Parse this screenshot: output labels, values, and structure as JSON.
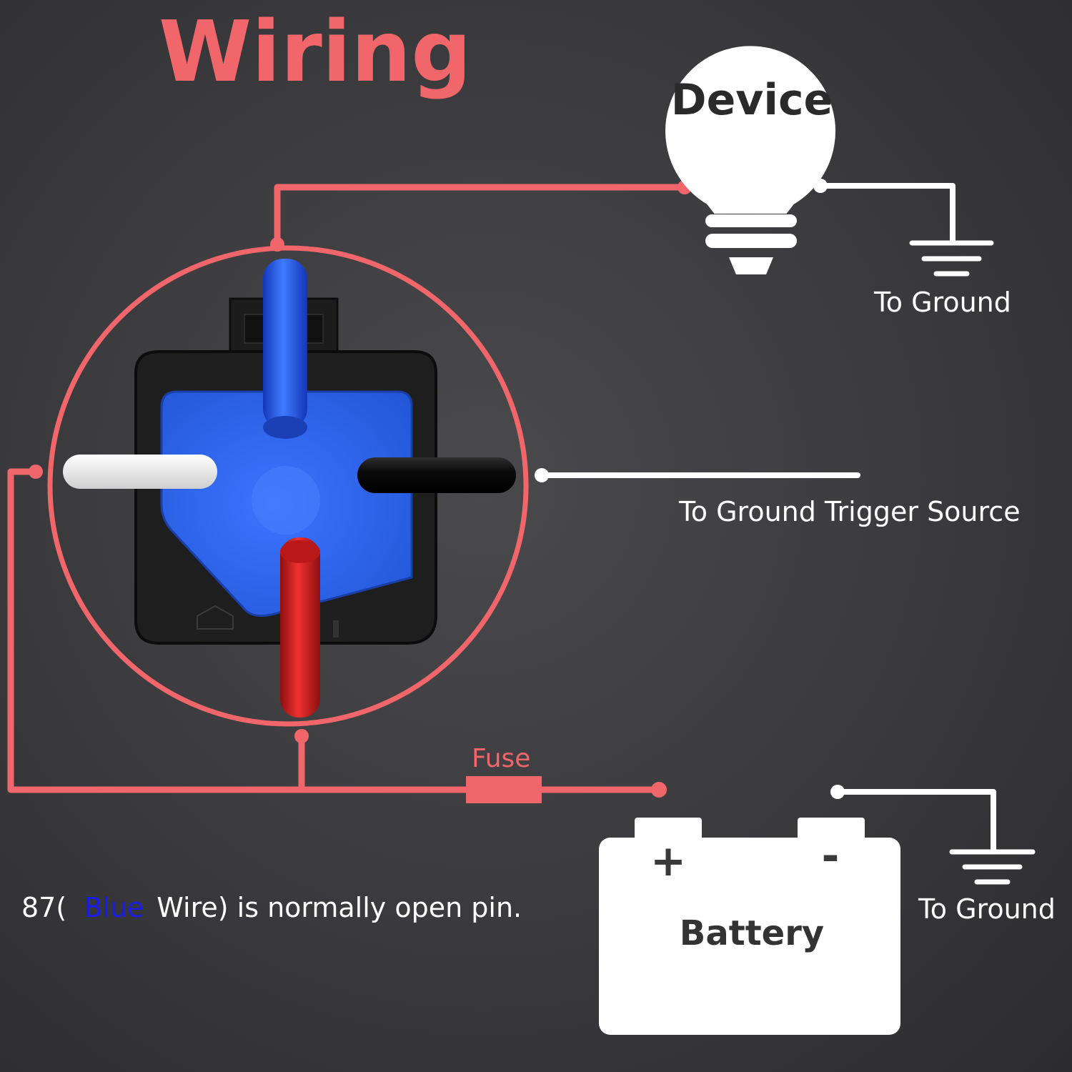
{
  "title": "Wiring",
  "device": {
    "label": "Device"
  },
  "labels": {
    "device_ground": "To Ground",
    "trigger": "To Ground Trigger Source",
    "fuse": "Fuse",
    "battery_ground": "To Ground"
  },
  "battery": {
    "label": "Battery",
    "plus": "+",
    "minus": "-"
  },
  "note": {
    "prefix": "87(",
    "highlight": "Blue",
    "suffix": "Wire) is normally open pin."
  },
  "colors": {
    "wire": "#f0666a",
    "ground_wire": "#ffffff",
    "relay_blue": "#2f63e6",
    "wire_blue": "#1f4fd9",
    "wire_red": "#d81e1e",
    "wire_black": "#111111",
    "wire_white": "#f4f4f4"
  }
}
